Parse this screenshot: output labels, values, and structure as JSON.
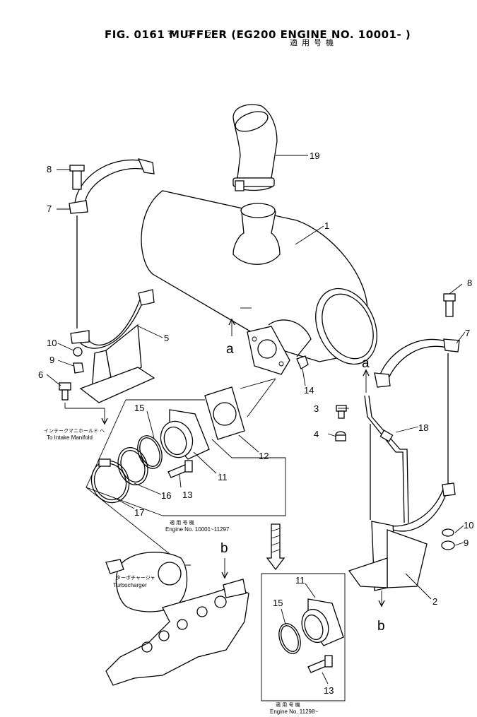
{
  "header": {
    "title_jp_left": "マ フ ラ",
    "title_jp_right": "適用号機",
    "title": "FIG. 0161  MUFFLER (EG200 ENGINE NO. 10001- )"
  },
  "callouts": {
    "c1": "1",
    "c2": "2",
    "c3": "3",
    "c4": "4",
    "c5": "5",
    "c6": "6",
    "c7a": "7",
    "c7b": "7",
    "c8a": "8",
    "c8b": "8",
    "c9a": "9",
    "c9b": "9",
    "c10a": "10",
    "c10b": "10",
    "c11a": "11",
    "c11b": "11",
    "c12": "12",
    "c13a": "13",
    "c13b": "13",
    "c14": "14",
    "c15a": "15",
    "c15b": "15",
    "c16": "16",
    "c17": "17",
    "c18": "18",
    "c19": "19"
  },
  "flow_letters": {
    "a1": "a",
    "a2": "a",
    "b1": "b",
    "b2": "b"
  },
  "notes": {
    "intake_jp": "インテークマニホールド へ",
    "intake_en": "To  Intake  Manifold",
    "turbo_jp": "ターボチャージャ",
    "turbo_en": "Turbocharger",
    "engine1_jp": "適 用 号 機",
    "engine1_en": "Engine  No.  10001~11297",
    "engine2_jp": "適 用 号 機",
    "engine2_en": "Engine  No.  11298~"
  }
}
